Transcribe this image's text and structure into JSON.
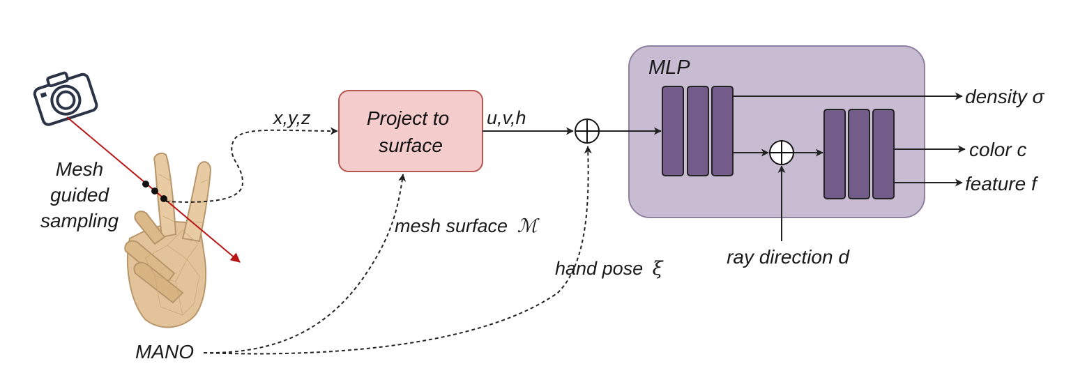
{
  "left": {
    "sampling_line1": "Mesh",
    "sampling_line2": "guided",
    "sampling_line3": "sampling",
    "mano": "MANO"
  },
  "inputs": {
    "xyz": "x,y,z",
    "uvh": "u,v,h",
    "mesh_surface": "mesh surface",
    "mesh_surface_symbol": "ℳ",
    "hand_pose": "hand pose",
    "hand_pose_symbol": "ξ"
  },
  "project_box": {
    "line1": "Project to",
    "line2": "surface"
  },
  "mlp": {
    "title": "MLP",
    "ray_direction": "ray direction d"
  },
  "outputs": {
    "density": "density σ",
    "color": "color c",
    "feature": "feature f"
  },
  "colors": {
    "project_fill": "#f5cccc",
    "project_stroke": "#b85450",
    "mlp_fill": "#c8bcd2",
    "mlp_stroke": "#8f7fa0",
    "layer_fill": "#735c8a",
    "ray": "#b81414",
    "skin": "#e3c49a"
  }
}
